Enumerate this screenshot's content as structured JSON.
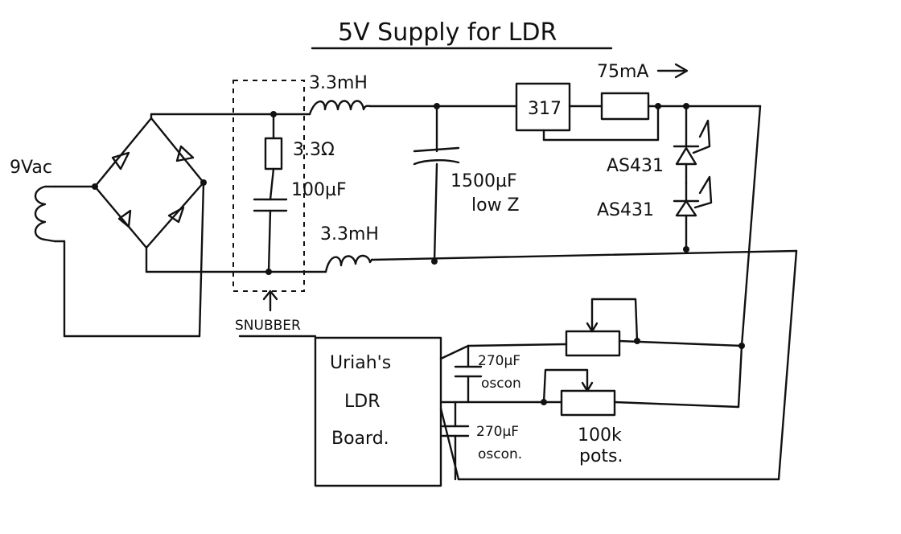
{
  "title": "5V Supply for LDR",
  "labels": {
    "source": "9Vac",
    "inductor_top": "3.3mH",
    "inductor_bottom": "3.3mH",
    "snubber_r": "3.3Ω",
    "snubber_c": "100µF",
    "snubber": "SNUBBER",
    "cap_main": "1500µF",
    "cap_main_note": "low Z",
    "regulator": "317",
    "current": "75mA",
    "ref1": "AS431",
    "ref2": "AS431",
    "board_line1": "Uriah's",
    "board_line2": "LDR",
    "board_line3": "Board.",
    "cap_oscon1": "270µF",
    "cap_oscon1_note": "oscon",
    "cap_oscon2": "270µF",
    "cap_oscon2_note": "oscon.",
    "pots": "100k",
    "pots_note": "pots."
  }
}
